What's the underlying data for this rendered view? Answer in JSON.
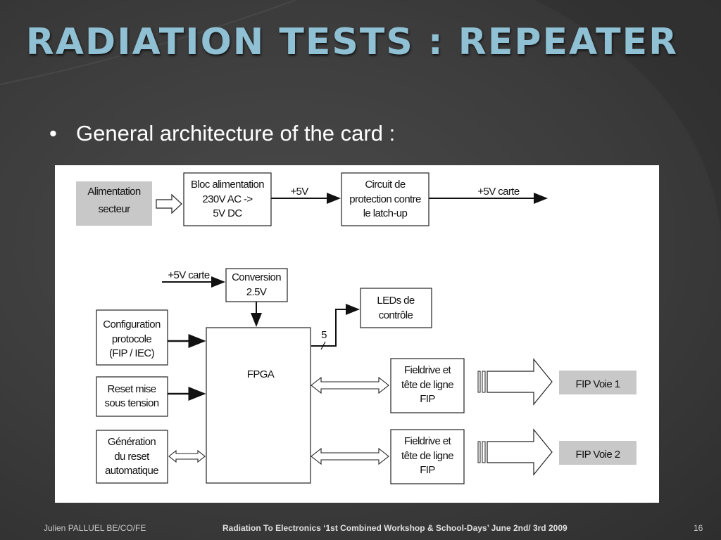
{
  "slide": {
    "title": "RADIATION TESTS : REPEATER",
    "bullet_symbol": "•",
    "bullet_text": "General architecture of the card :"
  },
  "diagram": {
    "alimentation_1": "Alimentation",
    "alimentation_2": "secteur",
    "bloc_1": "Bloc alimentation",
    "bloc_2": "230V AC ->",
    "bloc_3": "5V DC",
    "plus5v": "+5V",
    "circuit_1": "Circuit de",
    "circuit_2": "protection contre",
    "circuit_3": "le latch-up",
    "plus5v_carte_out": "+5V carte",
    "plus5v_carte_in": "+5V carte",
    "conversion_1": "Conversion",
    "conversion_2": "2.5V",
    "leds_1": "LEDs de",
    "leds_2": "contrôle",
    "bus_width": "5",
    "config_1": "Configuration",
    "config_2": "protocole",
    "config_3": "(FIP / IEC)",
    "reset_1": "Reset mise",
    "reset_2": "sous tension",
    "gen_1": "Génération",
    "gen_2": "du reset",
    "gen_3": "automatique",
    "fpga": "FPGA",
    "fd1_1": "Fieldrive et",
    "fd1_2": "tête de ligne",
    "fd1_3": "FIP",
    "fd2_1": "Fieldrive et",
    "fd2_2": "tête de ligne",
    "fd2_3": "FIP",
    "fip1": "FIP Voie 1",
    "fip2": "FIP Voie 2"
  },
  "footer": {
    "author": "Julien PALLUEL BE/CO/FE",
    "event": "Radiation To Electronics ‘1st Combined Workshop & School-Days’ June 2nd/ 3rd 2009",
    "page": "16"
  },
  "colors": {
    "background": "#3a3a3a",
    "title": "#8fc0d3",
    "gray_box": "#c8c8c8"
  }
}
